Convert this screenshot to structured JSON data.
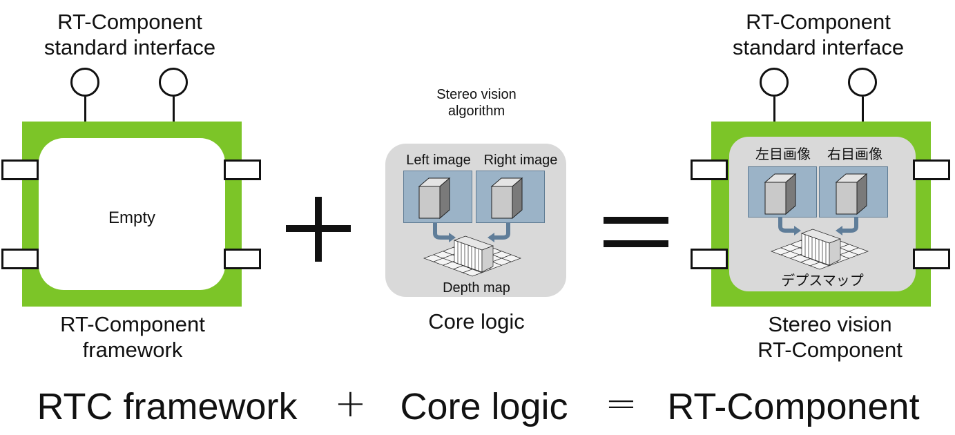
{
  "left_component": {
    "interface_label_line1": "RT-Component",
    "interface_label_line2": "standard  interface",
    "body_text": "Empty",
    "caption_line1": "RT-Component",
    "caption_line2": "framework"
  },
  "operators": {
    "plus": "+",
    "equals": "="
  },
  "core": {
    "title_line1": "Stereo vision",
    "title_line2": "algorithm",
    "left_image_label": "Left image",
    "right_image_label": "Right image",
    "depth_label": "Depth map",
    "caption": "Core logic"
  },
  "right_component": {
    "interface_label_line1": "RT-Component",
    "interface_label_line2": "standard  interface",
    "left_image_label": "左目画像",
    "right_image_label": "右目画像",
    "depth_label": "デプスマップ",
    "caption_line1": "Stereo vision",
    "caption_line2": "RT-Component"
  },
  "equation": {
    "term1": "RTC framework",
    "op1": "+",
    "term2": "Core logic",
    "op2": "=",
    "term3": "RT-Component"
  },
  "colors": {
    "frame_green": "#7cc528",
    "core_gray": "#d9d9d9",
    "image_blue": "#9bb3c7",
    "arrow_blue": "#5f7d99"
  }
}
